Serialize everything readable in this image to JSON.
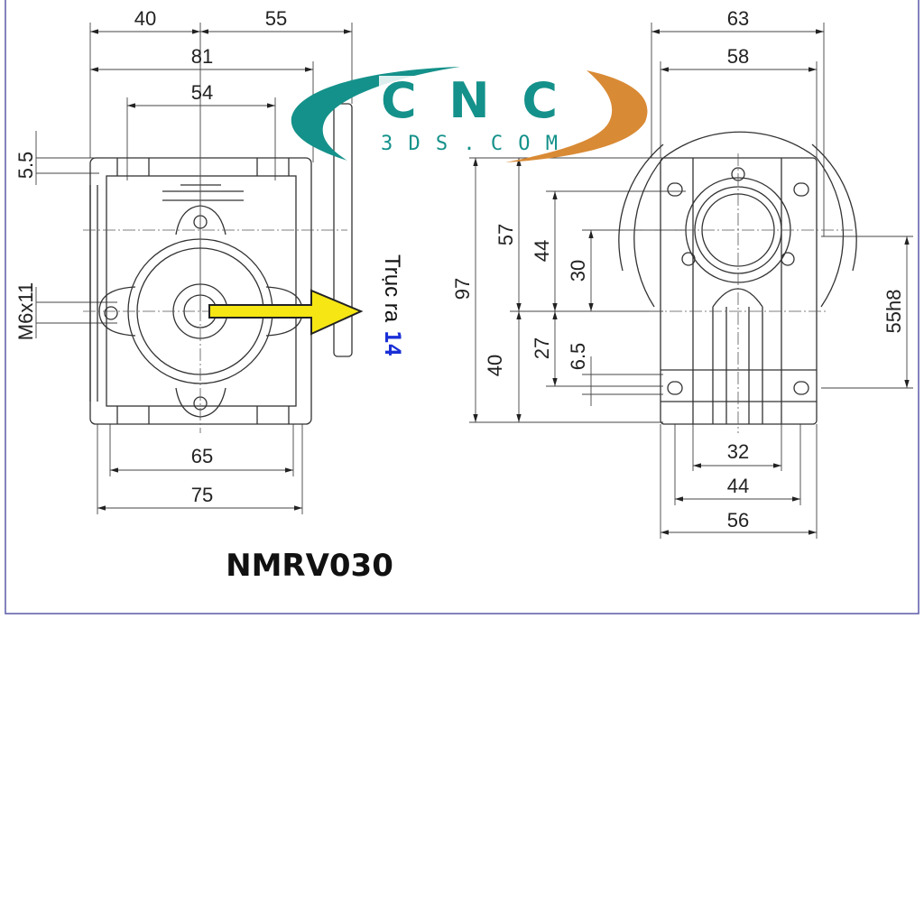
{
  "logo": {
    "main": "CNC",
    "sub": "3DS.COM",
    "teal": "#14918a",
    "orange": "#d98a35"
  },
  "title": "NMRV030",
  "annotation": {
    "text": "Trục ra",
    "value": "14",
    "value_color": "#1a2fd6",
    "arrow_color": "#f5e614"
  },
  "left_view": {
    "top_dims": [
      "40",
      "55",
      "81",
      "54"
    ],
    "side_dims": [
      "5.5",
      "M6x11"
    ],
    "bottom_dims": [
      "65",
      "75"
    ]
  },
  "right_view": {
    "top_dims": [
      "63",
      "58"
    ],
    "left_dims": [
      "97",
      "57",
      "40",
      "44",
      "27",
      "30",
      "6.5"
    ],
    "right_dims": [
      "55h8"
    ],
    "bottom_dims": [
      "32",
      "44",
      "56"
    ]
  },
  "frame_color": "#5a5aa8"
}
